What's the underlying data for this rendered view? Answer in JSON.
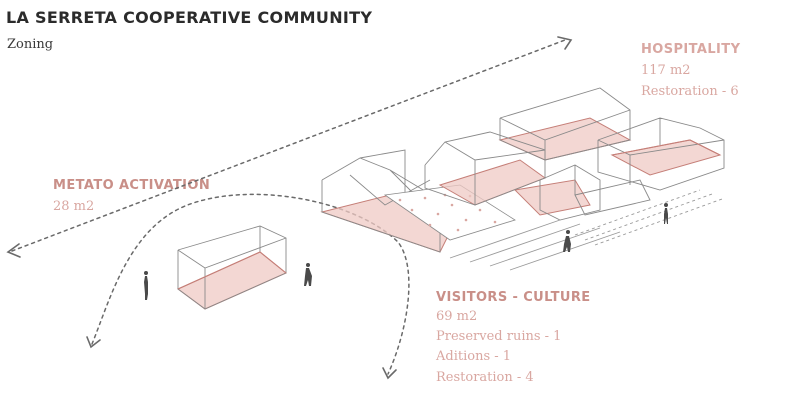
{
  "header": {
    "title": "LA SERRETA COOPERATIVE COMMUNITY",
    "subtitle": "Zoning"
  },
  "zones": {
    "hospitality": {
      "title": "HOSPITALITY",
      "lines": [
        "117 m2",
        "Restoration - 6"
      ]
    },
    "metato": {
      "title": "METATO ACTIVATION",
      "lines": [
        "28 m2"
      ]
    },
    "visitors": {
      "title": "VISITORS - CULTURE",
      "lines": [
        "69 m2",
        "Preserved ruins - 1",
        "Aditions - 1",
        "Restoration - 4"
      ]
    }
  },
  "colors": {
    "zone_text": "#d9a7a1",
    "zone_title": "#c98f88",
    "fill": "#efc9c4",
    "line": "#c57f78"
  }
}
